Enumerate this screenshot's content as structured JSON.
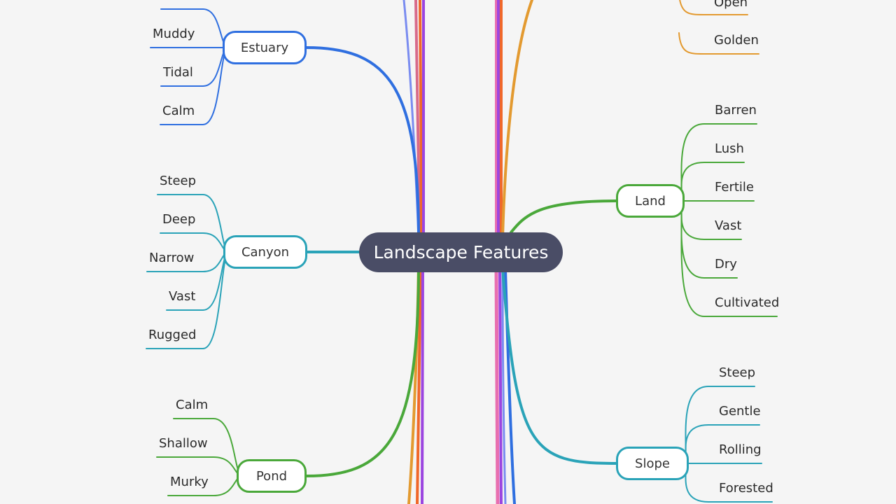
{
  "root": {
    "label": "Landscape Features",
    "color": "#4a4d66"
  },
  "branches": [
    {
      "id": "estuary",
      "label": "Estuary",
      "color": "#2f6fe0",
      "side": "left",
      "leaves": [
        "Muddy",
        "Tidal",
        "Calm"
      ]
    },
    {
      "id": "canyon",
      "label": "Canyon",
      "color": "#2aa3b8",
      "side": "left",
      "leaves": [
        "Steep",
        "Deep",
        "Narrow",
        "Vast",
        "Rugged"
      ]
    },
    {
      "id": "pond",
      "label": "Pond",
      "color": "#4aa83a",
      "side": "left",
      "leaves": [
        "Calm",
        "Shallow",
        "Murky"
      ]
    },
    {
      "id": "land",
      "label": "Land",
      "color": "#4aa83a",
      "side": "right",
      "leaves": [
        "Barren",
        "Lush",
        "Fertile",
        "Vast",
        "Dry",
        "Cultivated"
      ]
    },
    {
      "id": "slope",
      "label": "Slope",
      "color": "#2aa3b8",
      "side": "right",
      "leaves": [
        "Steep",
        "Gentle",
        "Rolling",
        "Forested"
      ]
    },
    {
      "id": "top-right",
      "label": "",
      "color": "#e39a30",
      "side": "right",
      "leaves": [
        "Open",
        "Golden"
      ]
    }
  ]
}
